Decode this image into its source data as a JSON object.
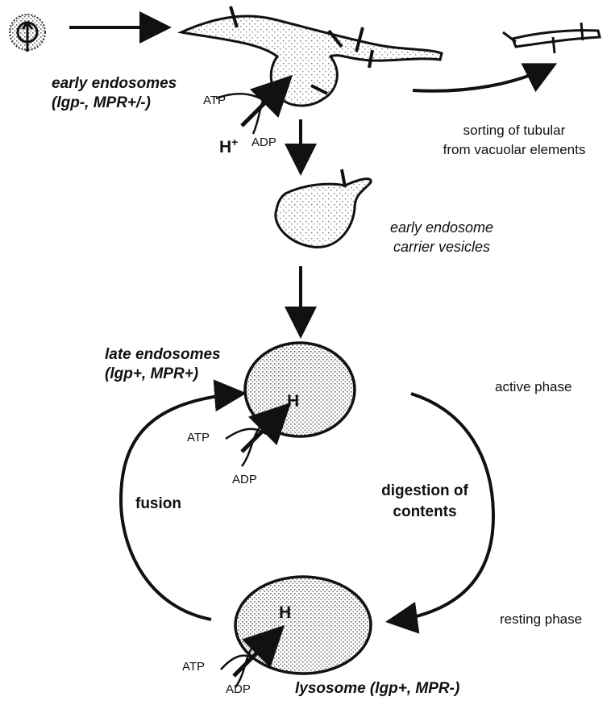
{
  "labels": {
    "early_endosomes_line1": "early endosomes",
    "early_endosomes_line2": "(lgp-, MPR+/-)",
    "sorting_line1": "sorting of tubular",
    "sorting_line2": "from vacuolar elements",
    "carrier_line1": "early endosome",
    "carrier_line2": "carrier vesicles",
    "late_endosomes_line1": "late endosomes",
    "late_endosomes_line2": "(lgp+, MPR+)",
    "active_phase": "active phase",
    "fusion": "fusion",
    "digestion_line1": "digestion of",
    "digestion_line2": "contents",
    "resting_phase": "resting phase",
    "lysosome": "lysosome (lgp+, MPR-)",
    "atp": "ATP",
    "adp": "ADP",
    "h": "H",
    "plus": "+"
  }
}
